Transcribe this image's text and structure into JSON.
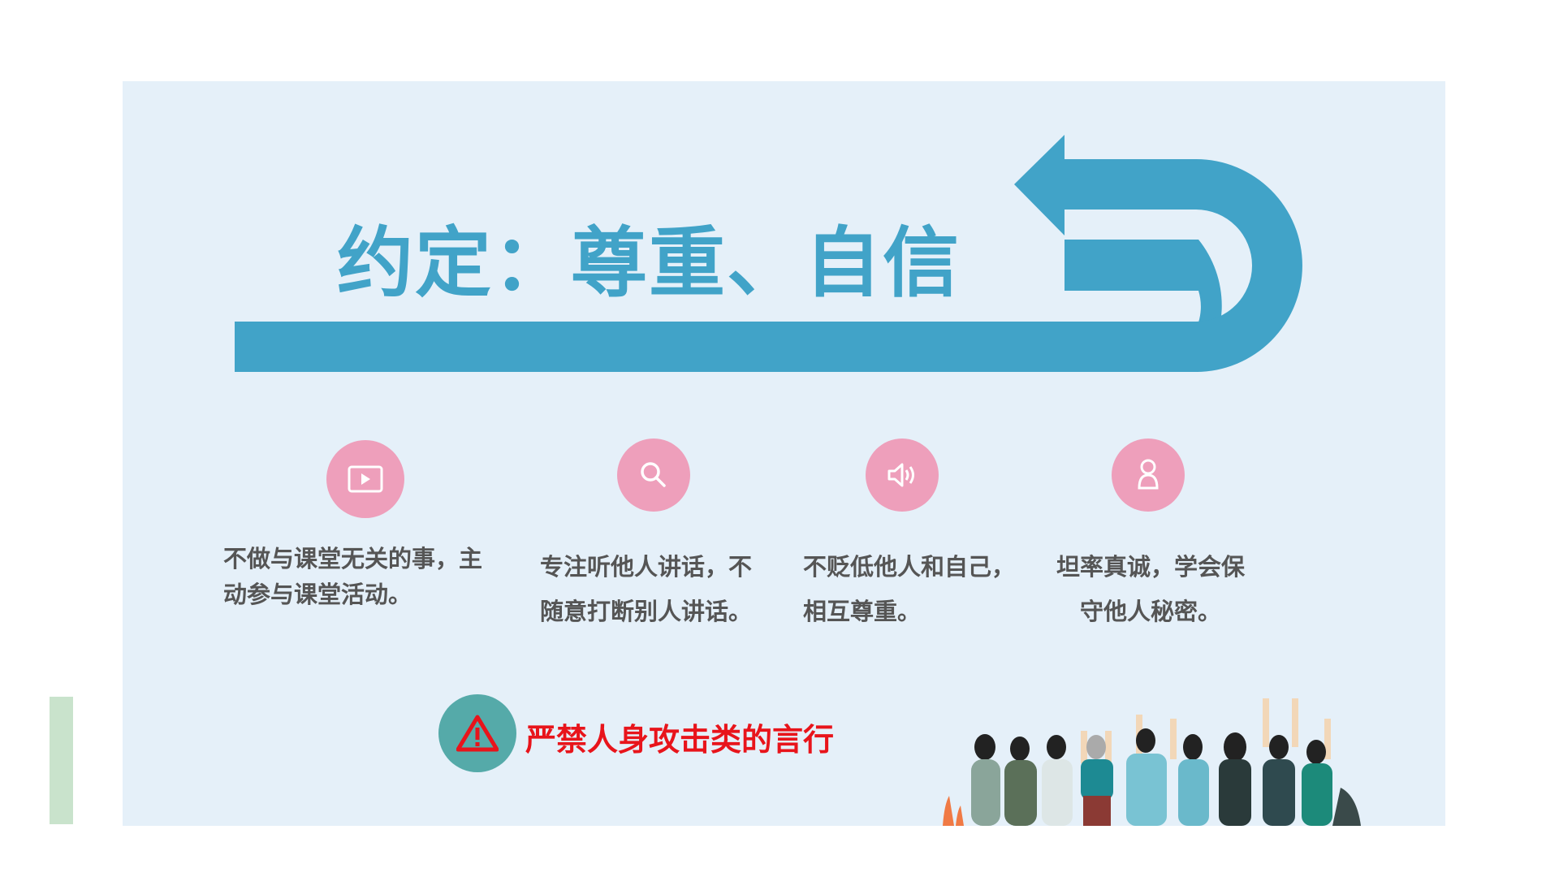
{
  "title": "约定：尊重、自信",
  "rules": [
    {
      "icon": "play-icon",
      "lines": [
        "不做与课堂无关的事，主",
        "动参与课堂活动。"
      ]
    },
    {
      "icon": "search-icon",
      "lines": [
        "专注听他人讲话，不",
        "随意打断别人讲话。"
      ]
    },
    {
      "icon": "speaker-icon",
      "lines": [
        "不贬低他人和自己，",
        "相互尊重。"
      ]
    },
    {
      "icon": "person-icon",
      "lines": [
        "坦率真诚，学会保",
        "守他人秘密。"
      ]
    }
  ],
  "warning": {
    "icon": "warning-icon",
    "text": "严禁人身攻击类的言行"
  },
  "colors": {
    "accent": "#41a3c8",
    "pink": "#ee9fbb",
    "warning": "#e8141b",
    "teal": "#55aaa9"
  }
}
